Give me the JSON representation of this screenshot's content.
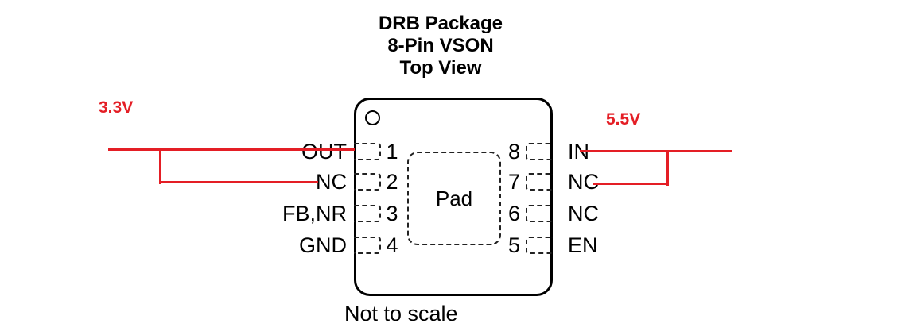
{
  "title": {
    "line1": "DRB Package",
    "line2": "8-Pin VSON",
    "line3": "Top View"
  },
  "pins": {
    "left": [
      {
        "label": "OUT",
        "number": "1"
      },
      {
        "label": "NC",
        "number": "2"
      },
      {
        "label": "FB,NR",
        "number": "3"
      },
      {
        "label": "GND",
        "number": "4"
      }
    ],
    "right": [
      {
        "label": "IN",
        "number": "8"
      },
      {
        "label": "NC",
        "number": "7"
      },
      {
        "label": "NC",
        "number": "6"
      },
      {
        "label": "EN",
        "number": "5"
      }
    ]
  },
  "pad_label": "Pad",
  "footnote": "Not to scale",
  "annotations": {
    "left_voltage": "3.3V",
    "right_voltage": "5.5V",
    "left_voltage_connects": [
      "OUT",
      "NC (pin 2)"
    ],
    "right_voltage_connects": [
      "IN",
      "NC (pin 7)"
    ]
  },
  "colors": {
    "annotation-red": "#e41e25",
    "diagram-black": "#000000",
    "dash-gray": "#222222",
    "background": "#ffffff"
  }
}
